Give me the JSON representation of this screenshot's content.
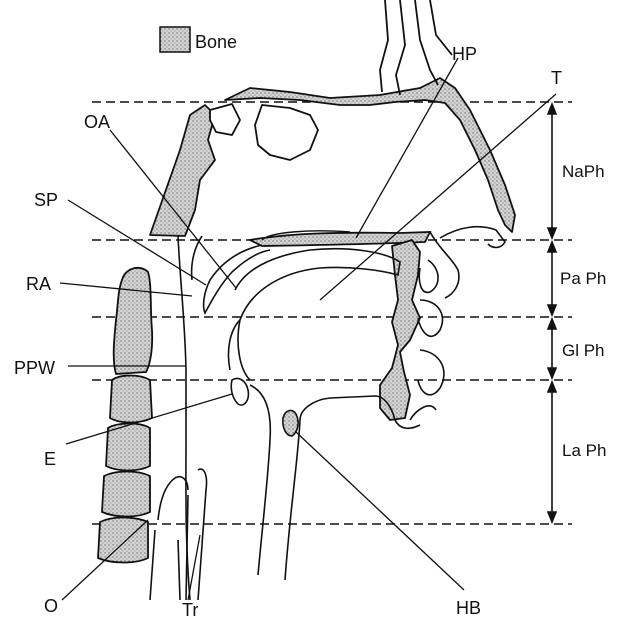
{
  "legend": {
    "label": "Bone"
  },
  "labels": {
    "hp": "HP",
    "t": "T",
    "oa": "OA",
    "sp": "SP",
    "ra": "RA",
    "ppw": "PPW",
    "e": "E",
    "o": "O",
    "tr": "Tr",
    "hb": "HB"
  },
  "zones": {
    "naph": "NaPh",
    "paph": "Pa Ph",
    "glph": "Gl Ph",
    "laph": "La Ph"
  },
  "colors": {
    "ink": "#111111",
    "bone_fill": "#c9c9c9",
    "background": "#ffffff"
  }
}
